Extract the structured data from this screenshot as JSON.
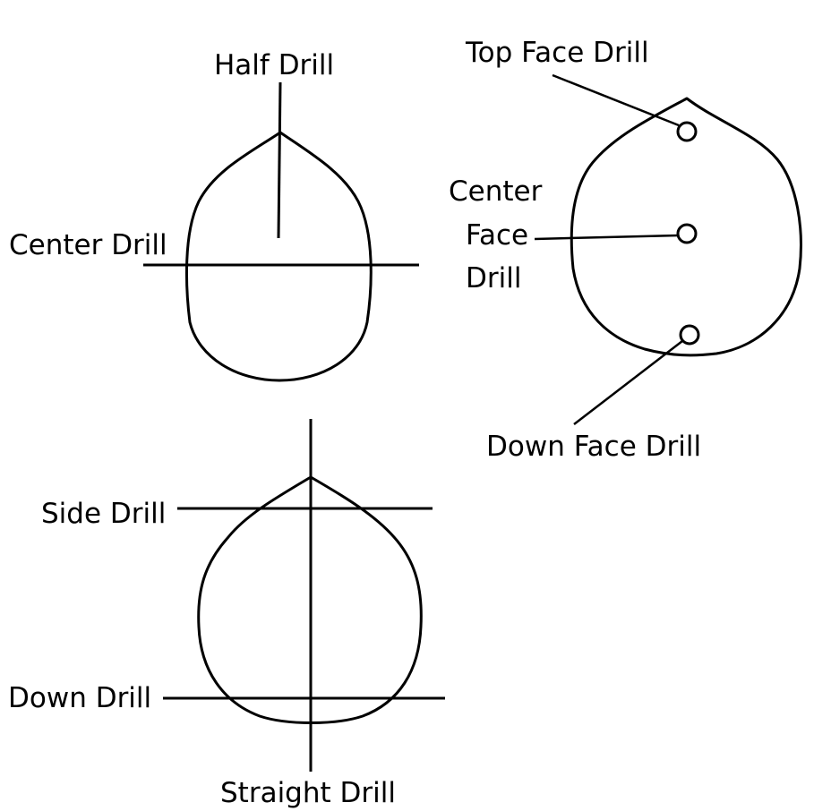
{
  "labels": {
    "half_drill": "Half Drill",
    "center_drill": "Center Drill",
    "top_face_drill": "Top Face Drill",
    "center_face_drill_line1": "Center",
    "center_face_drill_line2": "Face",
    "center_face_drill_line3": "Drill",
    "down_face_drill": "Down Face Drill",
    "side_drill": "Side Drill",
    "down_drill": "Down Drill",
    "straight_drill": "Straight Drill"
  },
  "colors": {
    "stroke": "#000000",
    "background": "#ffffff"
  }
}
